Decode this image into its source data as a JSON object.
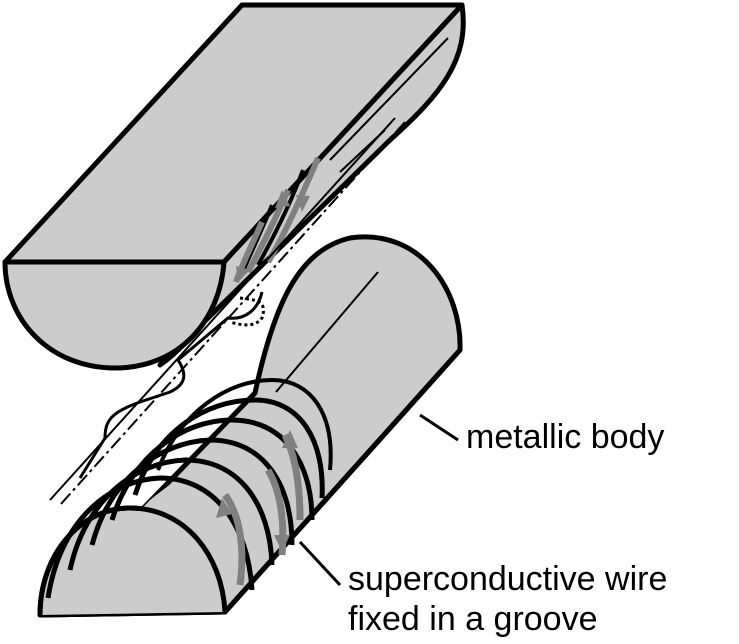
{
  "labels": {
    "metallic_body": "metallic body",
    "wire_line1": "superconductive wire",
    "wire_line2": "fixed in a groove"
  },
  "colors": {
    "body_fill": "#cccccc",
    "outline": "#000000",
    "wire_gray": "#808080"
  }
}
